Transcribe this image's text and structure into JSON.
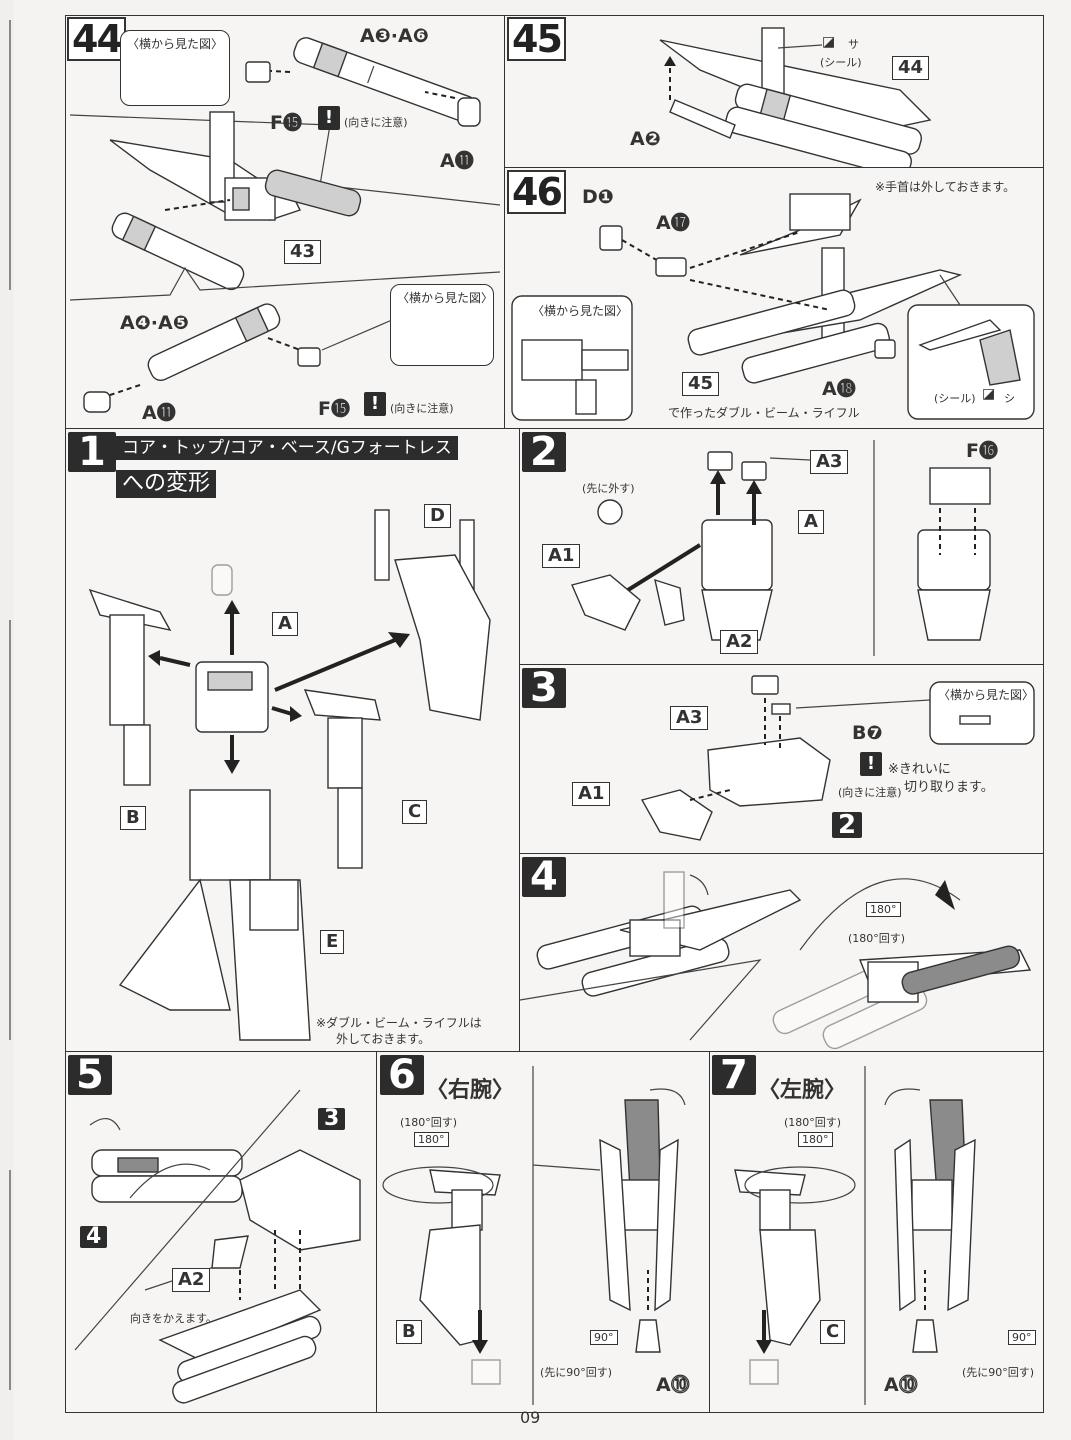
{
  "page": {
    "number": "09"
  },
  "step44": {
    "number": "44",
    "side_view": "〈横から見た図〉",
    "part_a3a6": "A❸·A❻",
    "part_f15": "F⓯",
    "warning_note": "(向きに注意)",
    "part_a11": "A⓫",
    "ref_43": "43",
    "part_a4a5": "A❹·A❺",
    "side_view_2": "〈横から見た図〉",
    "part_a11_b": "A⓫",
    "part_f15_b": "F⓯",
    "warning_note_b": "(向きに注意)"
  },
  "step45": {
    "number": "45",
    "seal_label": "(シール)",
    "seal_symbol": "サ",
    "ref_44": "44",
    "part_a2": "A❷"
  },
  "step46": {
    "number": "46",
    "note": "※手首は外しておきます。",
    "part_d1": "D❶",
    "part_a17": "A⓱",
    "side_view": "〈横から見た図〉",
    "part_a18": "A⓲",
    "ref_45": "45",
    "ref_caption": "で作ったダブル・ビーム・ライフル",
    "seal_label": "(シール)",
    "seal_symbol": "シ"
  },
  "step1": {
    "number": "1",
    "title_line1": "コア・トップ/コア・ベース/Gフォートレス",
    "title_line2": "への変形",
    "labels": [
      "A",
      "B",
      "C",
      "D",
      "E"
    ],
    "note_line1": "※ダブル・ビーム・ライフルは",
    "note_line2": "外しておきます。"
  },
  "step2": {
    "number": "2",
    "remove_first": "(先に外す)",
    "part_a3": "A3",
    "part_a": "A",
    "part_a1": "A1",
    "part_a2": "A2",
    "part_f16": "F⓰"
  },
  "step3": {
    "number": "3",
    "side_view": "〈横から見た図〉",
    "part_a3": "A3",
    "part_b7": "B❼",
    "warning_note": "(向きに注意)",
    "cut_note_line1": "※きれいに",
    "cut_note_line2": "切り取ります。",
    "part_a1": "A1",
    "ref_2": "2"
  },
  "step4": {
    "number": "4",
    "rotate_badge": "180°",
    "rotate_note": "(180°回す)"
  },
  "step5": {
    "number": "5",
    "ref_4": "4",
    "ref_3": "3",
    "part_a2": "A2",
    "note": "向きをかえます。"
  },
  "step6": {
    "number": "6",
    "title": "〈右腕〉",
    "rotate_note": "(180°回す)",
    "rotate_badge": "180°",
    "ref_b": "B",
    "badge_90": "90°",
    "rotate_90_note": "(先に90°回す)",
    "part_a10": "A⓾"
  },
  "step7": {
    "number": "7",
    "title": "〈左腕〉",
    "rotate_note": "(180°回す)",
    "rotate_badge": "180°",
    "ref_c": "C",
    "badge_90": "90°",
    "rotate_90_note": "(先に90°回す)",
    "part_a10": "A⓾"
  }
}
